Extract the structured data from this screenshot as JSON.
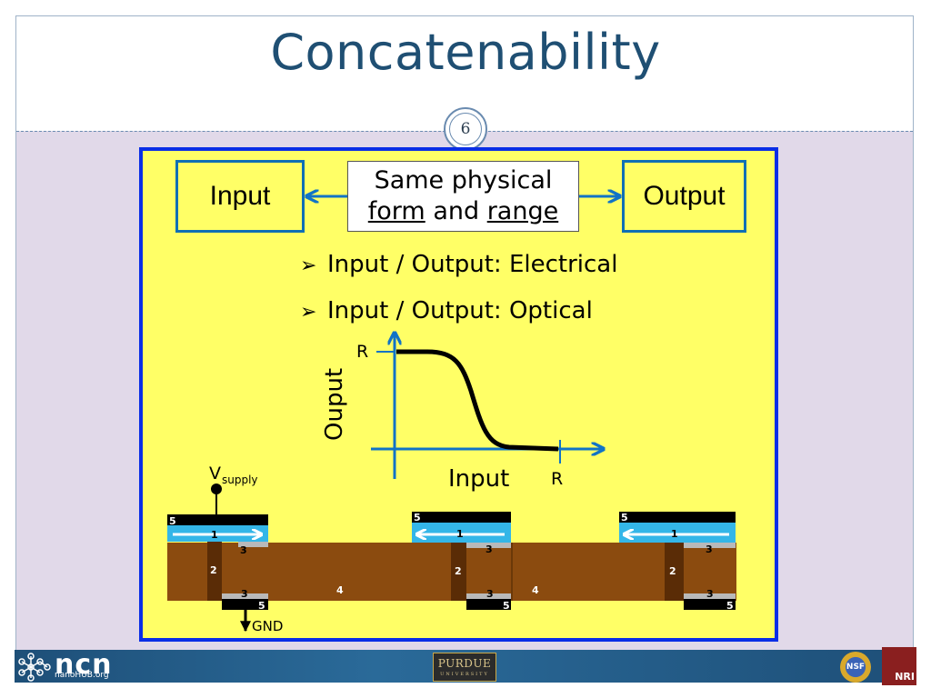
{
  "slide": {
    "title": "Concatenability",
    "number": "6"
  },
  "top_row": {
    "input_label": "Input",
    "output_label": "Output",
    "middle_line1": "Same physical",
    "middle_form": "form",
    "middle_and": " and ",
    "middle_range": "range"
  },
  "bullets": [
    {
      "marker": "➢",
      "text": "Input / Output: Electrical"
    },
    {
      "marker": "➢",
      "text": "Input / Output: Optical"
    }
  ],
  "transfer_plot": {
    "y_axis_label": "Ouput",
    "x_axis_label": "Input",
    "y_tick": "R",
    "x_tick": "R"
  },
  "device": {
    "supply_label": "V",
    "supply_subscript": "supply",
    "ground_label": "GND",
    "layer_labels": [
      "1",
      "2",
      "3",
      "4",
      "5"
    ]
  },
  "footer": {
    "ncn_logo": "ncn",
    "nanohub": "nanoHUB.org",
    "purdue_name": "PURDUE",
    "purdue_univ": "UNIVERSITY",
    "nsf": "NSF",
    "nri": "NRI"
  },
  "colors": {
    "title": "#1f4f73",
    "panel_bg": "#ffff66",
    "panel_border": "#0a2ee6",
    "arrow_blue": "#1173c6",
    "substrate_brown": "#8b4b0f",
    "contact_dark": "#5a2c06",
    "channel_cyan": "#34b6e8",
    "footer_bar": "#1e4f78"
  }
}
